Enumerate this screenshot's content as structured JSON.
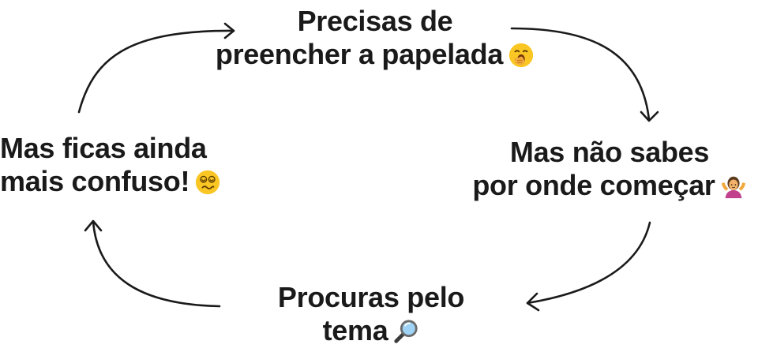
{
  "diagram": {
    "nodes": [
      {
        "id": "top",
        "line1": "Precisas de",
        "line2": "preencher a papelada",
        "emoji": "yawning-face-emoji"
      },
      {
        "id": "right",
        "line1": "Mas não sabes",
        "line2": "por onde começar",
        "emoji": "person-shrugging-emoji"
      },
      {
        "id": "bottom",
        "line1": "Procuras pelo",
        "line2": "tema",
        "emoji": "magnifying-glass-emoji"
      },
      {
        "id": "left",
        "line1": "Mas ficas ainda",
        "line2": "mais confuso!",
        "emoji": "dizzy-face-emoji"
      }
    ],
    "arrows": [
      {
        "from": "left",
        "to": "top"
      },
      {
        "from": "top",
        "to": "right"
      },
      {
        "from": "right",
        "to": "bottom"
      },
      {
        "from": "bottom",
        "to": "left"
      }
    ],
    "colors": {
      "text": "#1a1a1a",
      "arrow": "#1a1a1a",
      "emoji_yellow": "#f9c623",
      "emoji_hand": "#f2a93b",
      "shrug_shirt": "#c2418c",
      "shrug_hair": "#5b3a1e",
      "magnifier_glass": "#9fd3f5",
      "magnifier_rim": "#6b6b6b"
    }
  }
}
